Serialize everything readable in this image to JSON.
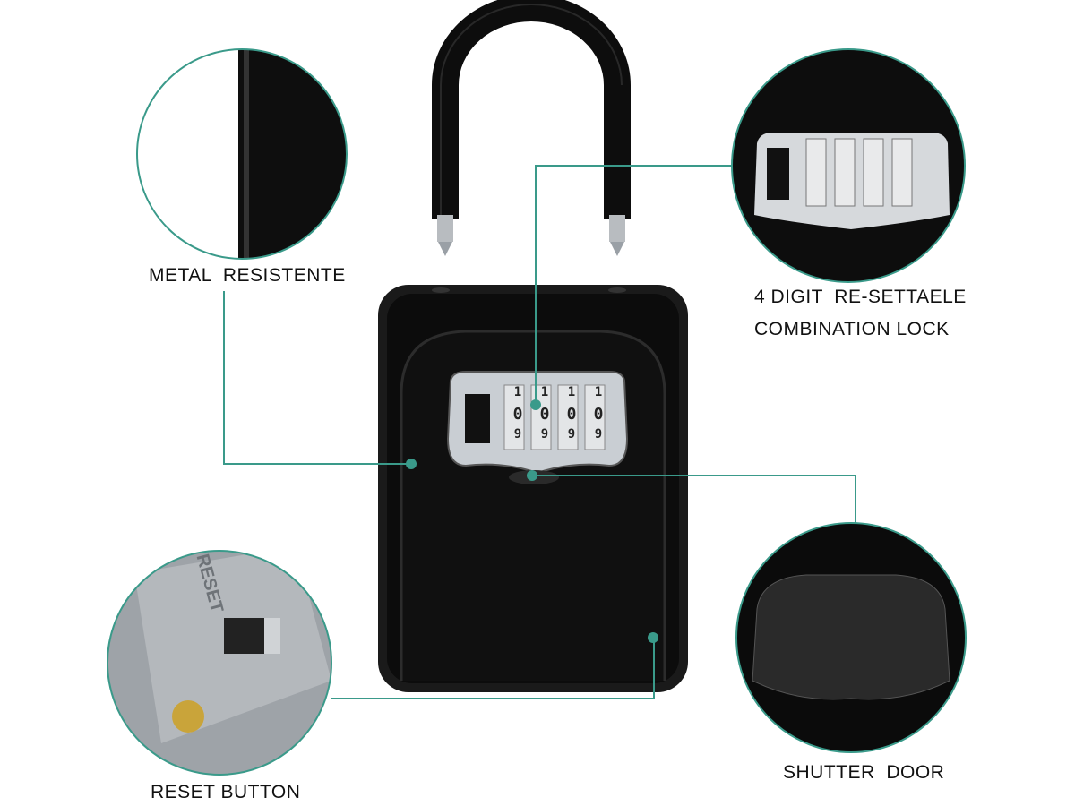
{
  "callouts": {
    "metal": {
      "label": "METAL  RESISTENTE"
    },
    "combination": {
      "line1": "4 DIGIT  RE-SETTAELE",
      "line2": "COMBINATION LOCK"
    },
    "shutter": {
      "label": "SHUTTER  DOOR"
    },
    "reset": {
      "label": "RESET BUTTON",
      "engraving": "RESET"
    }
  },
  "dials": {
    "top": [
      "1",
      "1",
      "1",
      "1"
    ],
    "middle": [
      "0",
      "0",
      "0",
      "0"
    ],
    "bottom": [
      "9",
      "9",
      "9",
      "9"
    ]
  },
  "colors": {
    "accent": "#3a9a8a",
    "body": "#111111",
    "panel": "#c9ced3"
  }
}
